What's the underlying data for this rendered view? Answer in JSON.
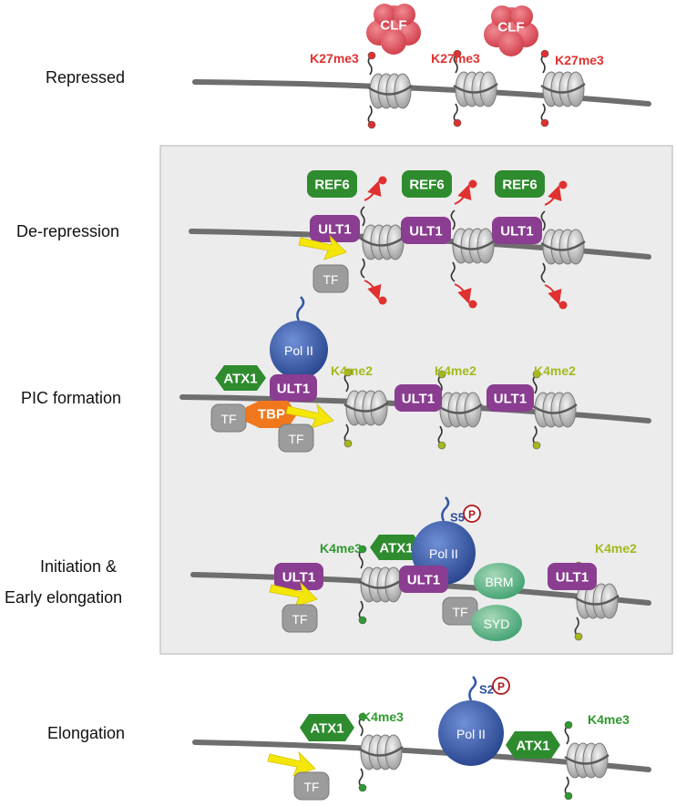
{
  "stages": [
    {
      "id": "repressed",
      "label": "Repressed",
      "factors": {
        "clf": "CLF"
      },
      "marks": {
        "k27me3": "K27me3"
      }
    },
    {
      "id": "de-repression",
      "label": "De-repression",
      "factors": {
        "ref6": "REF6",
        "ult1": "ULT1",
        "tf": "TF"
      }
    },
    {
      "id": "pic-formation",
      "label": "PIC formation",
      "factors": {
        "pol2": "Pol II",
        "atx1": "ATX1",
        "ult1": "ULT1",
        "tf": "TF",
        "tbp": "TBP"
      },
      "marks": {
        "k4me2": "K4me2"
      }
    },
    {
      "id": "initiation",
      "label_line1": "Initiation &",
      "label_line2": "Early elongation",
      "factors": {
        "ult1": "ULT1",
        "tf": "TF",
        "atx1": "ATX1",
        "pol2": "Pol II",
        "brm": "BRM",
        "syd": "SYD"
      },
      "marks": {
        "k4me3": "K4me3",
        "k4me2": "K4me2"
      },
      "phospho": {
        "site": "S5",
        "p": "P"
      }
    },
    {
      "id": "elongation",
      "label": "Elongation",
      "factors": {
        "atx1": "ATX1",
        "tf": "TF",
        "pol2": "Pol II"
      },
      "marks": {
        "k4me3": "K4me3"
      },
      "phospho": {
        "site": "S2",
        "p": "P"
      }
    }
  ],
  "colors": {
    "dna": "#6e6e6e",
    "nucleosome": "#c4c4c4",
    "k27me3": "#e03030",
    "k4me2": "#a6b81c",
    "k4me3": "#2f9a2f",
    "clf": "#e0525e",
    "ref6": "#2e8b2e",
    "ult1": "#8a3d91",
    "tf": "#9c9c9c",
    "tbp": "#f0771c",
    "pol2": "#3357a8",
    "promoter_arrow": "#f5e60a",
    "panel": "#ececec"
  }
}
